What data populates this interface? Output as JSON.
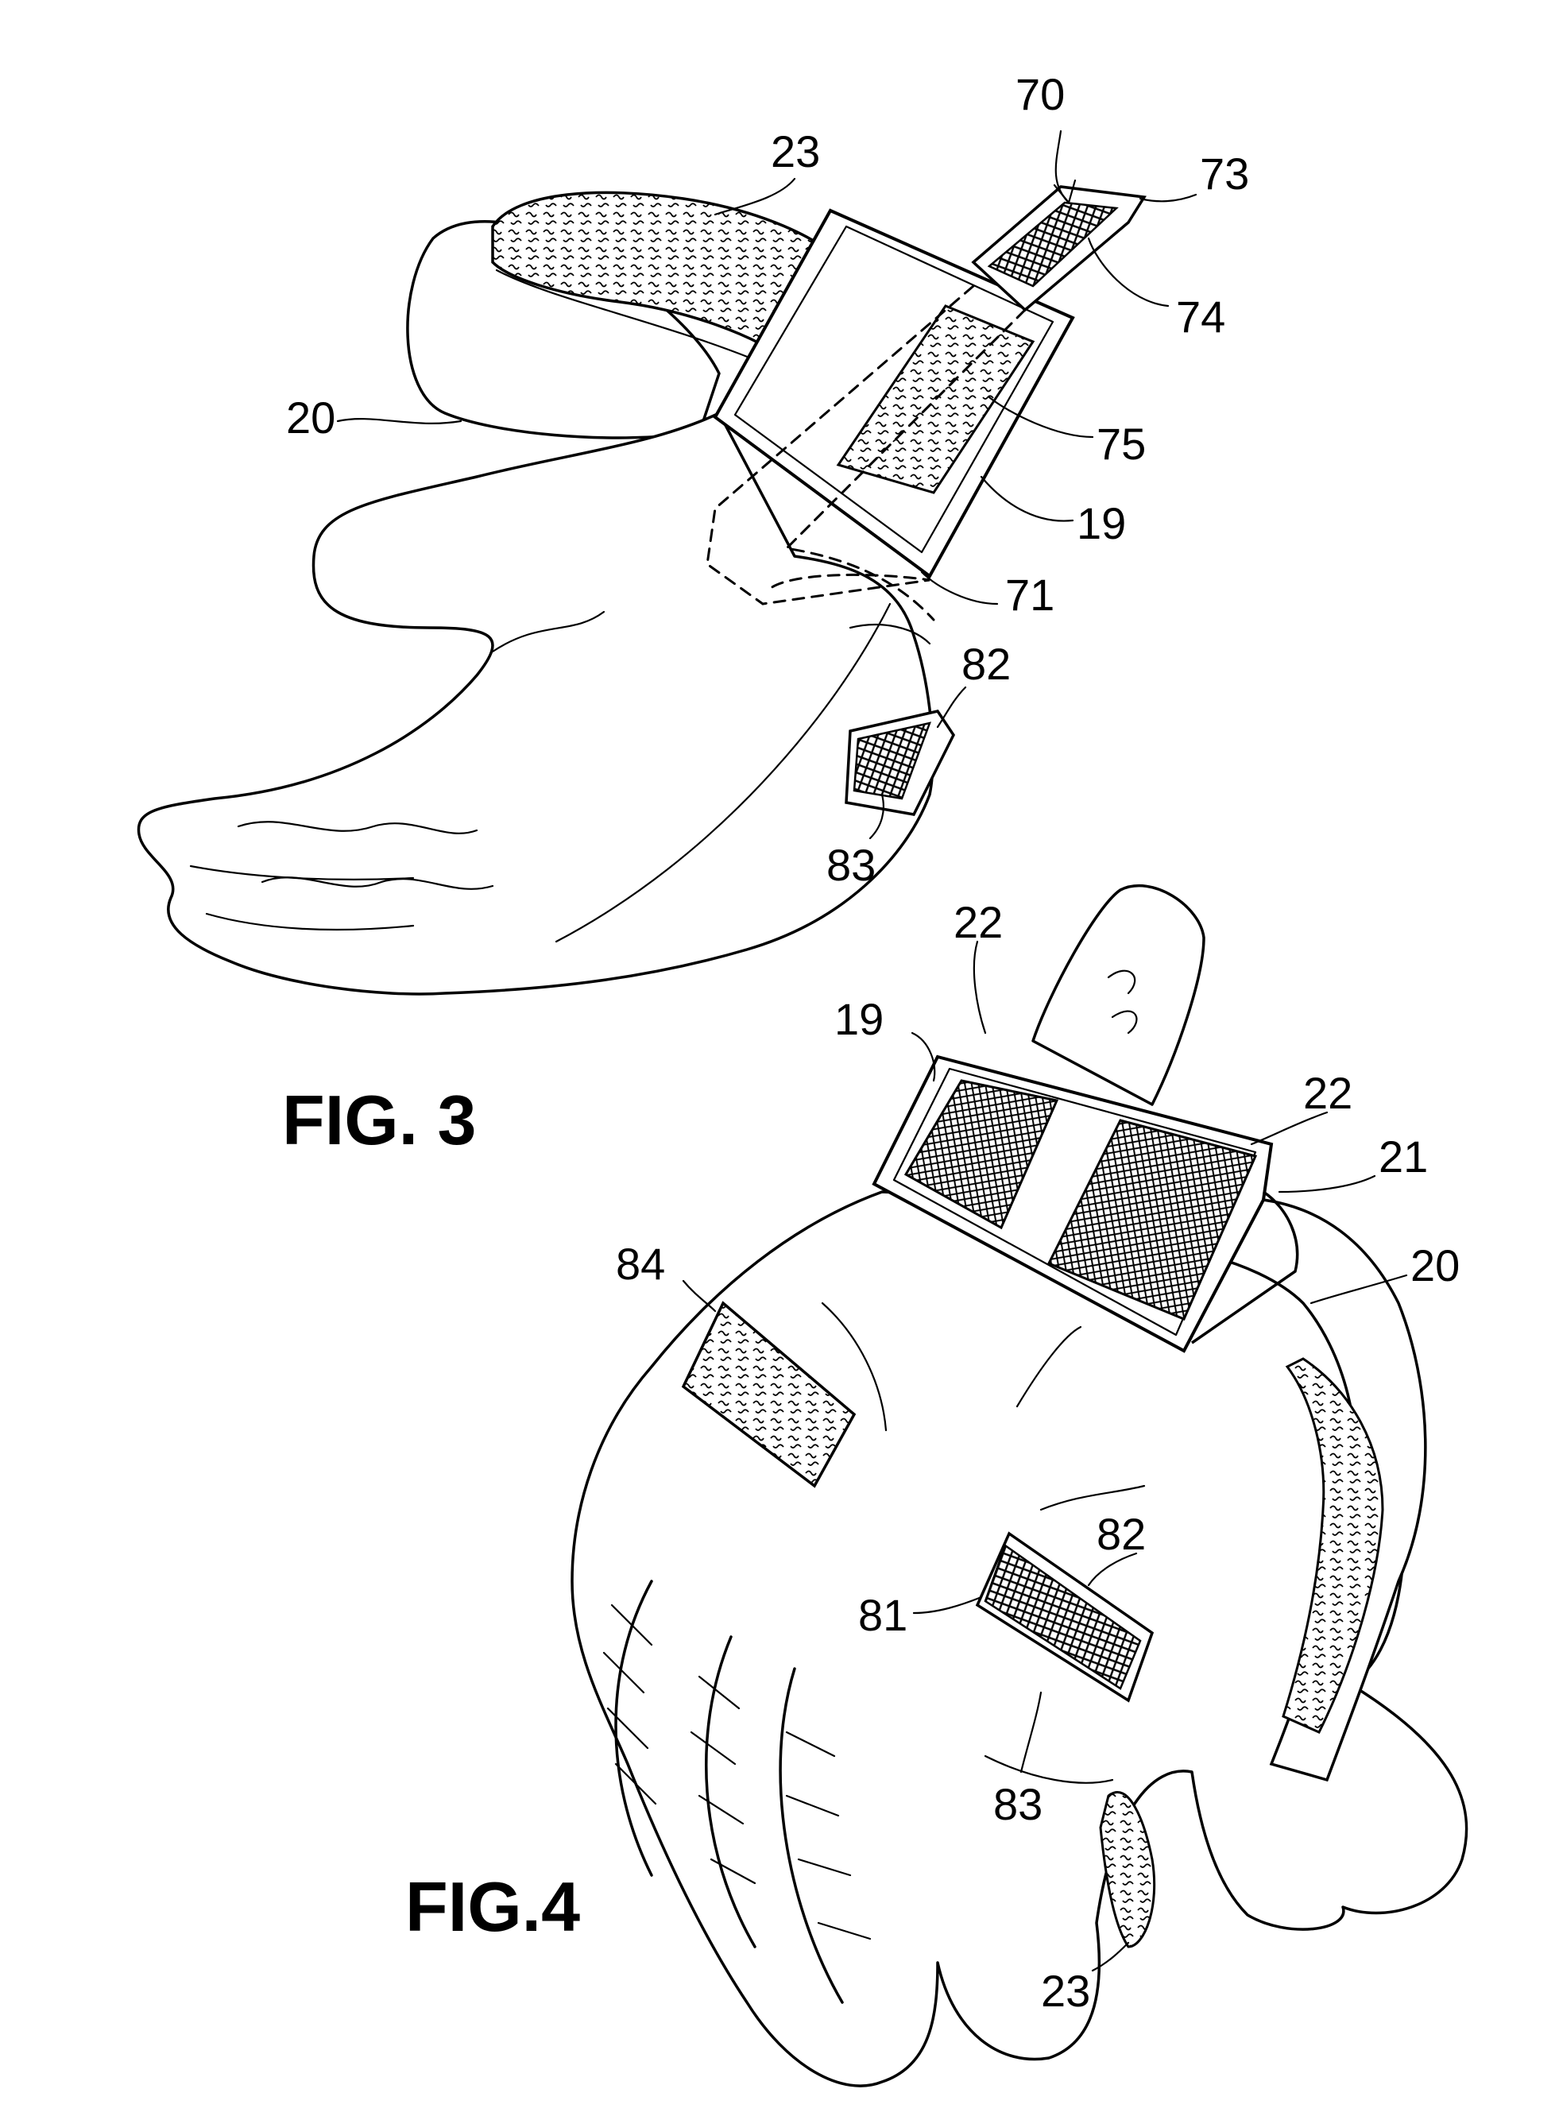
{
  "figures": [
    {
      "caption": "FIG. 3",
      "labels": [
        "70",
        "23",
        "73",
        "74",
        "20",
        "75",
        "19",
        "71",
        "82",
        "83"
      ]
    },
    {
      "caption": "FIG.4",
      "labels": [
        "22",
        "19",
        "22",
        "21",
        "84",
        "20",
        "82",
        "81",
        "83",
        "23"
      ]
    }
  ],
  "colors": {
    "ink": "#000000",
    "paper": "#ffffff"
  }
}
